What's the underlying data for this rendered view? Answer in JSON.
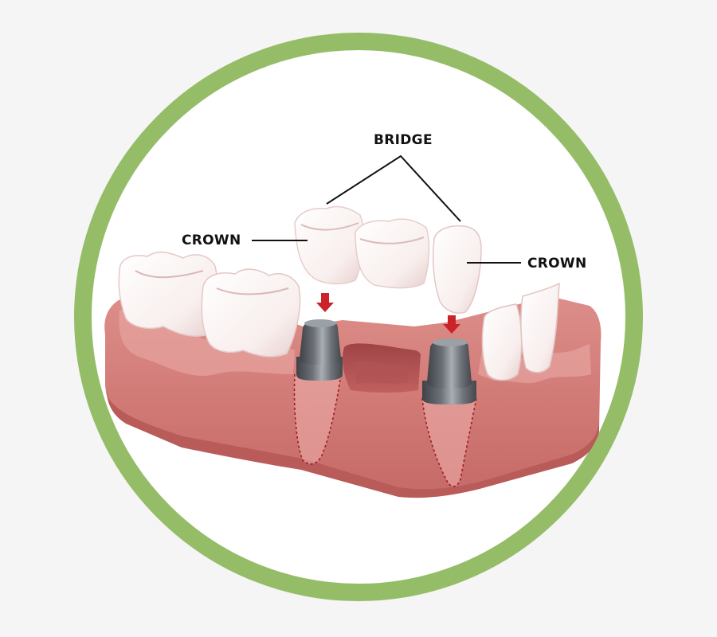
{
  "diagram": {
    "subject": "Implant-supported dental bridge",
    "labels": {
      "bridge": "BRIDGE",
      "crown_left": "CROWN",
      "crown_right": "CROWN"
    },
    "colors": {
      "background": "#f5f5f5",
      "ring": "#95bd68",
      "disc": "#ffffff",
      "gum": "#d27c78",
      "gum_dark": "#b95a58",
      "gum_light": "#e8a6a2",
      "tooth": "#fbf4f3",
      "tooth_shade": "#e7cfcd",
      "implant": "#5f6368",
      "implant_light": "#9aa0a6",
      "arrow": "#cc2229",
      "leader_line": "#111111",
      "root_outline": "#9e1c22"
    },
    "elements": [
      "molar-left-1",
      "molar-left-2",
      "bridge-crown-left",
      "bridge-pontic",
      "bridge-crown-right",
      "implant-abutment-left",
      "implant-abutment-right",
      "arrow-left",
      "arrow-right",
      "incisor-1",
      "incisor-2",
      "gum-tissue"
    ]
  }
}
